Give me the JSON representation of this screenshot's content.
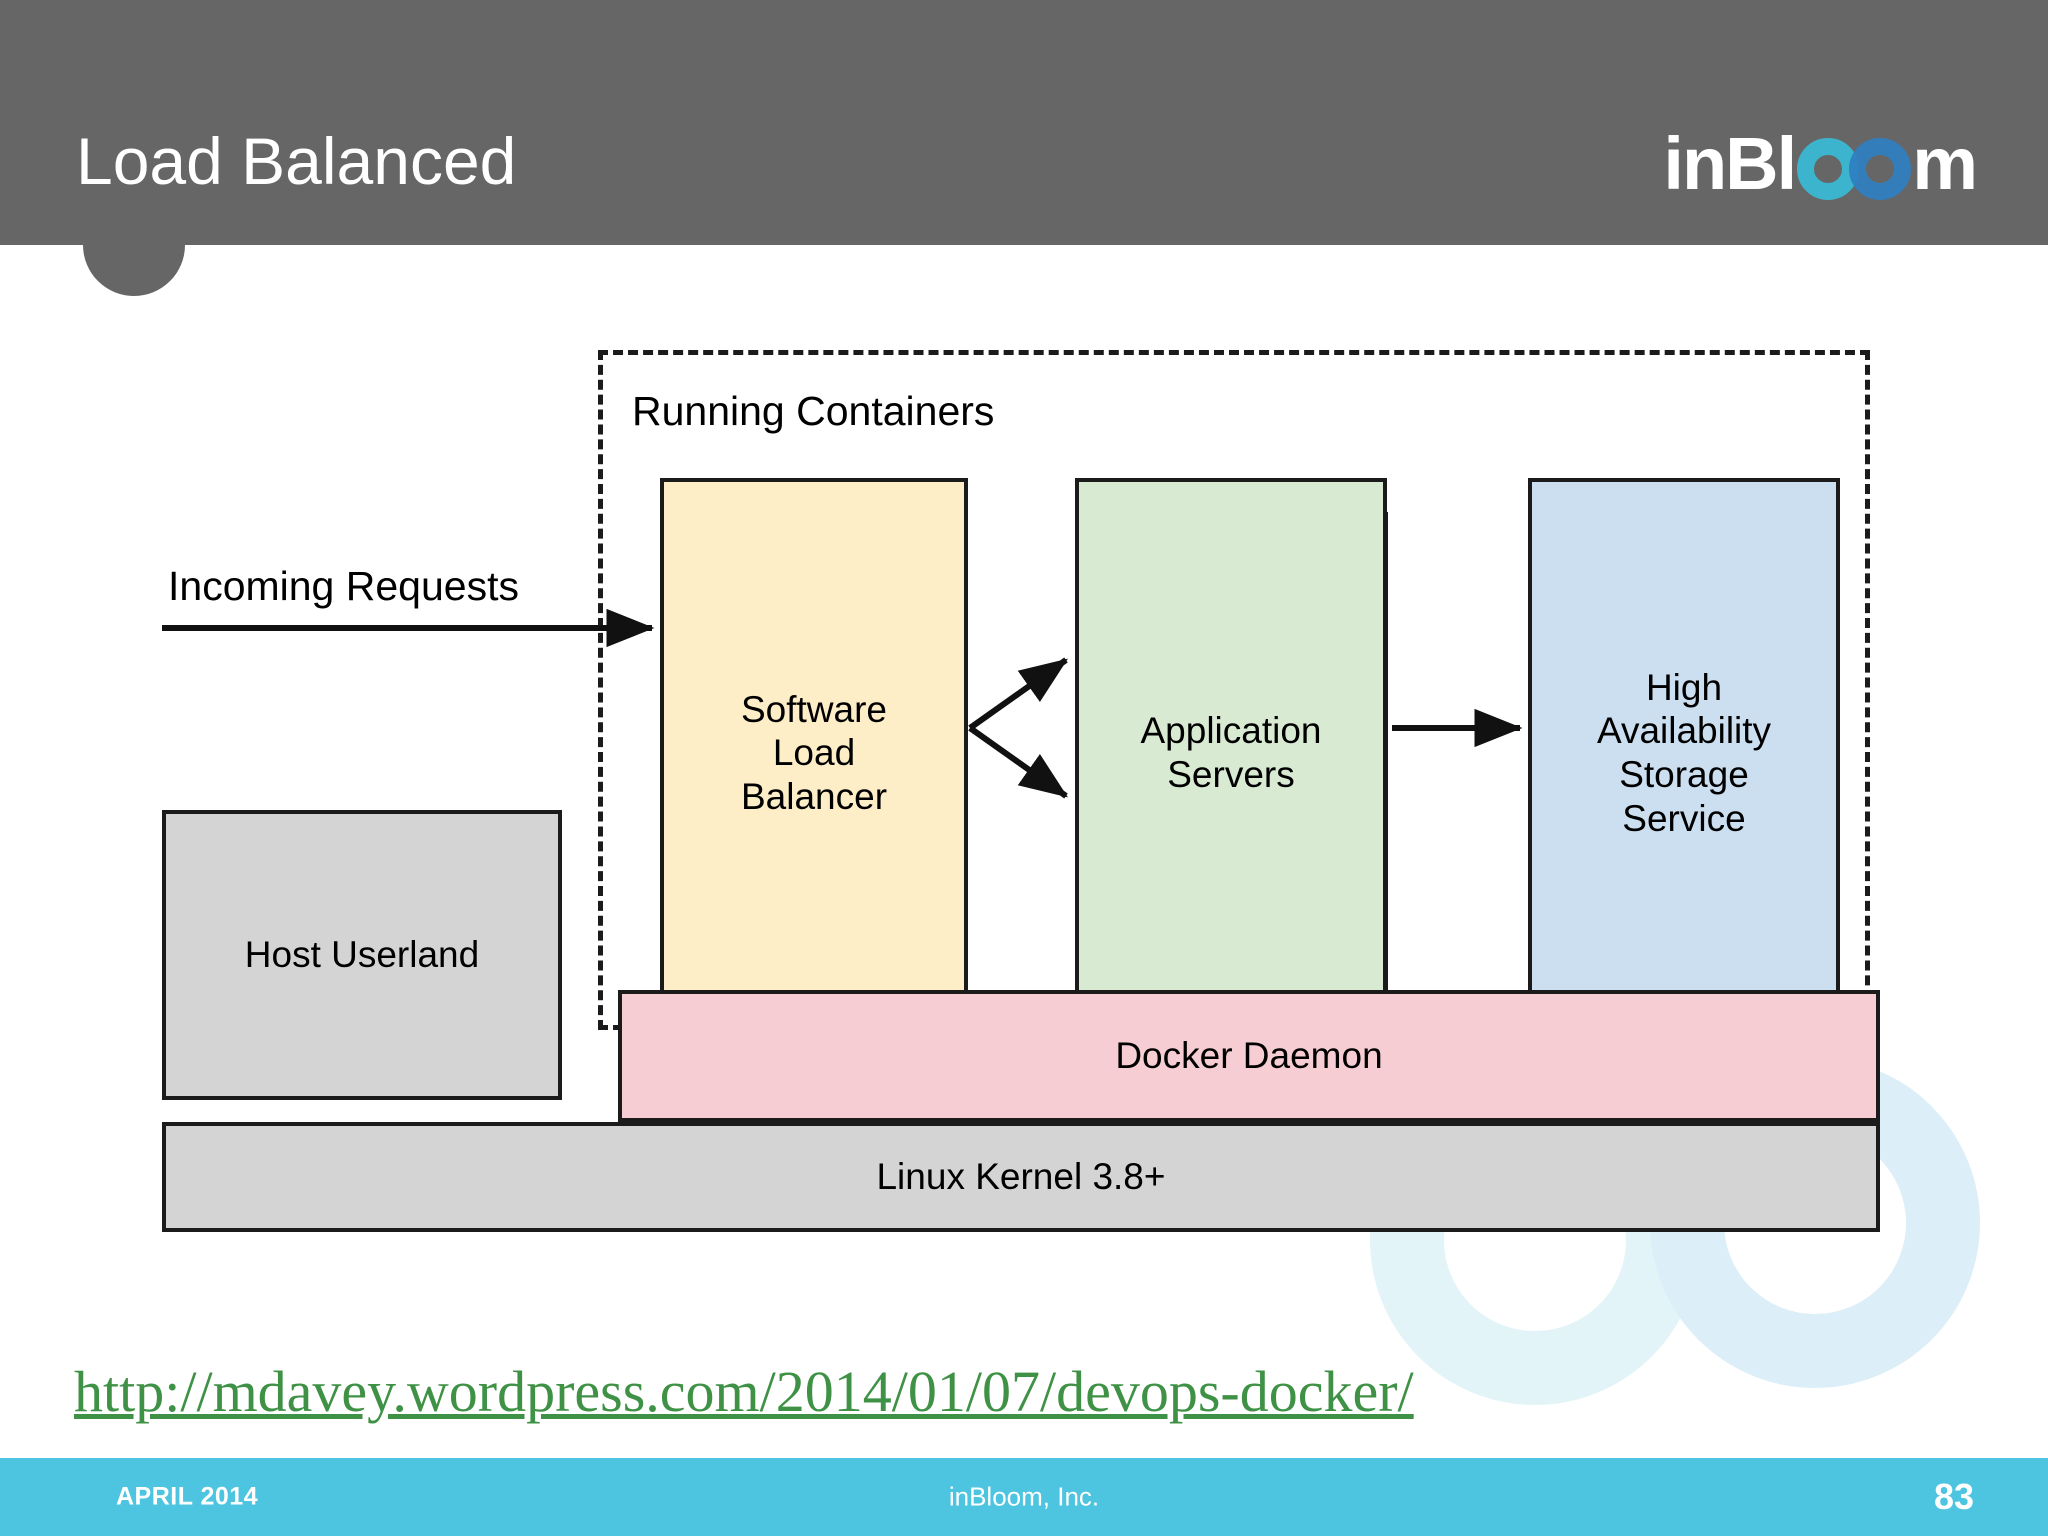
{
  "header": {
    "title": "Load Balanced",
    "logo": {
      "text_left": "inBl",
      "text_right": "m",
      "ring_left_color": "#3cb4cd",
      "ring_right_color": "#2f7fc1"
    },
    "background_color": "#666666"
  },
  "diagram": {
    "container_label": "Running Containers",
    "incoming_label": "Incoming Requests",
    "boxes": [
      {
        "id": "software-load-balancer",
        "label": "Software\nLoad\nBalancer",
        "color": "#fdeec8"
      },
      {
        "id": "application-servers",
        "label": "Application\nServers",
        "color": "#d9ead3"
      },
      {
        "id": "ha-storage-service",
        "label": "High\nAvailability\nStorage\nService",
        "color": "#ccdff0"
      },
      {
        "id": "host-userland",
        "label": "Host Userland",
        "color": "#d4d4d4"
      },
      {
        "id": "docker-daemon",
        "label": "Docker Daemon",
        "color": "#f5cdd2"
      },
      {
        "id": "linux-kernel",
        "label": "Linux Kernel 3.8+",
        "color": "#d4d4d4"
      }
    ],
    "labels": {
      "software_load_balancer": "Software Load Balancer",
      "slb_line1": "Software",
      "slb_line2": "Load",
      "slb_line3": "Balancer",
      "app_line1": "Application",
      "app_line2": "Servers",
      "ha_line1": "High",
      "ha_line2": "Availability",
      "ha_line3": "Storage",
      "ha_line4": "Service",
      "host_userland": "Host Userland",
      "docker_daemon": "Docker Daemon",
      "linux_kernel": "Linux Kernel 3.8+"
    }
  },
  "source": {
    "url_text": "http://mdavey.wordpress.com/2014/01/07/devops-docker/",
    "color": "#3f9245"
  },
  "footer": {
    "date": "APRIL 2014",
    "company": "inBloom, Inc.",
    "page_number": "83",
    "background_color": "#4dc5e0"
  }
}
